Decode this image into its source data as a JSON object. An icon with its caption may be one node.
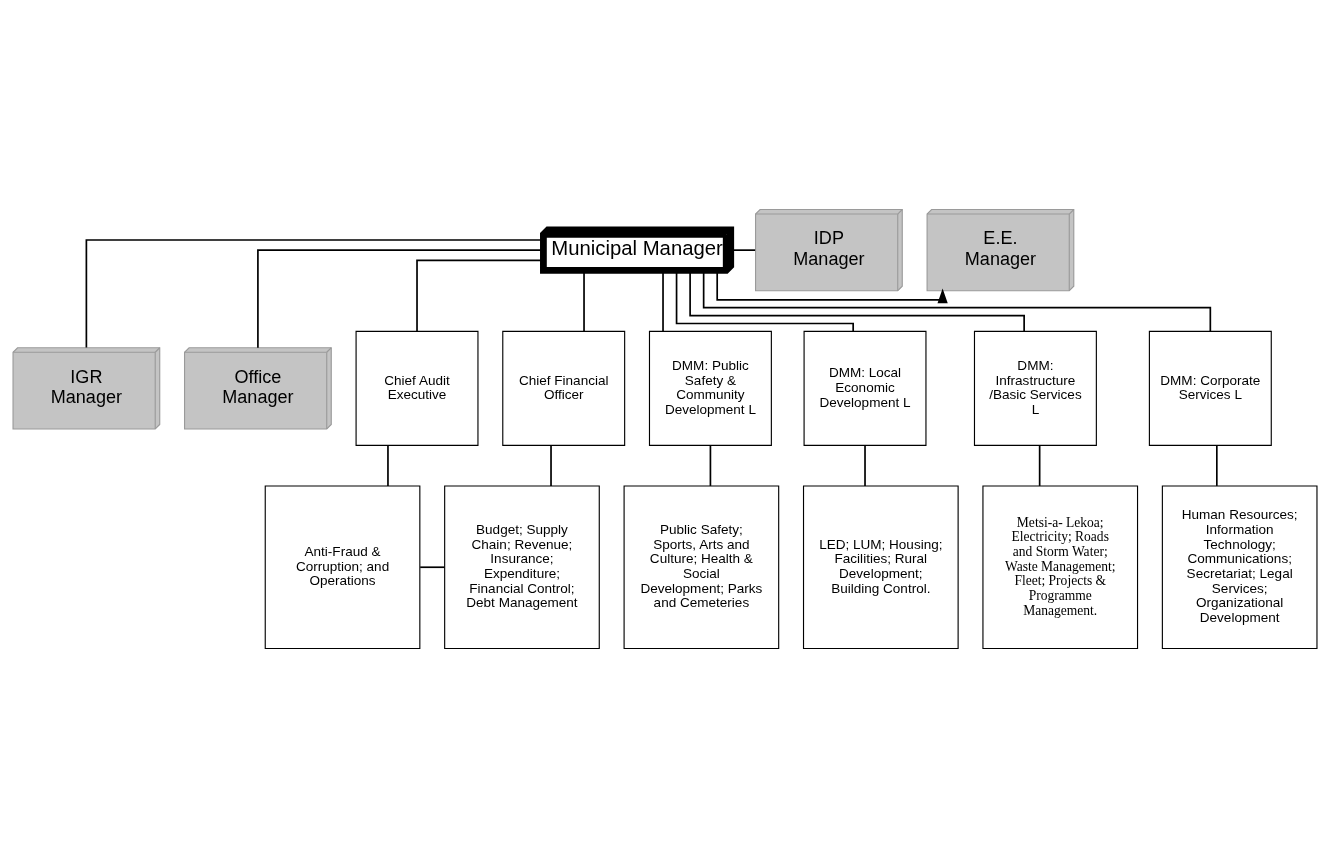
{
  "diagram": {
    "nodes": [
      {
        "text": [
          "Municipal Manager"
        ]
      },
      {
        "text": [
          "IDP Manager"
        ]
      },
      {
        "text": [
          "E.E. Manager"
        ]
      },
      {
        "text": [
          "IGR Manager"
        ]
      },
      {
        "text": [
          "Office Manager"
        ]
      },
      {
        "text": [
          "Chief Audit Executive"
        ]
      },
      {
        "text": [
          "Chief Financial Officer"
        ]
      },
      {
        "text": [
          "DMM: Public Safety & Community Development L"
        ]
      },
      {
        "text": [
          "DMM: Local Economic Development L"
        ]
      },
      {
        "text": [
          "DMM: Infrastructure /Basic Services L"
        ]
      },
      {
        "text": [
          "DMM: Corporate Services L"
        ]
      },
      {
        "text": [
          "Anti-Fraud & Corruption; and Operations"
        ]
      },
      {
        "text": [
          "Budget; Supply Chain; Revenue; Insurance; Expenditure; Financial Control; Debt Management"
        ]
      },
      {
        "text": [
          "Public Safety; Sports, Arts and Culture; Health & Social Development; Parks and Cemeteries"
        ]
      },
      {
        "text": [
          "LED; LUM; Housing; Facilities; Rural Development; Building Control."
        ]
      },
      {
        "text": [
          "Metsi-a- Lekoa; Electricity; Roads and Storm Water; Waste Management; Fleet; Projects & Programme Management."
        ]
      },
      {
        "text": [
          "Human Resources; Information Technology; Communications; Secretariat; Legal Services; Organizational Development"
        ]
      }
    ],
    "edges": [
      {
        "from": 0,
        "to": 2,
        "arrow": "to"
      },
      {
        "from": 0,
        "to": 1,
        "arrow": "none"
      },
      {
        "from": 0,
        "to": 3,
        "arrow": "none"
      },
      {
        "from": 0,
        "to": 4,
        "arrow": "none"
      },
      {
        "from": 0,
        "to": 5,
        "arrow": "none"
      },
      {
        "from": 0,
        "to": 6,
        "arrow": "none"
      },
      {
        "from": 0,
        "to": 7,
        "arrow": "none"
      },
      {
        "from": 0,
        "to": 8,
        "arrow": "none"
      },
      {
        "from": 0,
        "to": 9,
        "arrow": "none"
      },
      {
        "from": 0,
        "to": 10,
        "arrow": "none"
      },
      {
        "from": 5,
        "to": 11,
        "arrow": "none"
      },
      {
        "from": 6,
        "to": 12,
        "arrow": "none"
      },
      {
        "from": 7,
        "to": 13,
        "arrow": "none"
      },
      {
        "from": 8,
        "to": 14,
        "arrow": "none"
      },
      {
        "from": 9,
        "to": 15,
        "arrow": "none"
      },
      {
        "from": 10,
        "to": 16,
        "arrow": "none"
      },
      {
        "from": 11,
        "to": 12,
        "arrow": "none"
      }
    ]
  }
}
